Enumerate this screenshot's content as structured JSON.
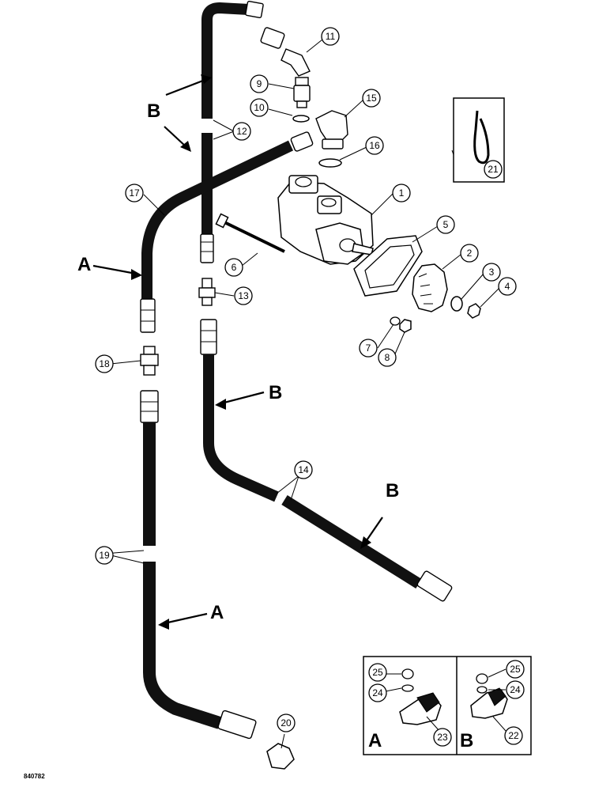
{
  "callouts": {
    "c1": "1",
    "c2": "2",
    "c3": "3",
    "c4": "4",
    "c5": "5",
    "c6": "6",
    "c7": "7",
    "c8": "8",
    "c9": "9",
    "c10": "10",
    "c11": "11",
    "c12": "12",
    "c13": "13",
    "c14": "14",
    "c15": "15",
    "c16": "16",
    "c17": "17",
    "c18": "18",
    "c19": "19",
    "c20": "20",
    "c21": "21",
    "c22": "22",
    "c23": "23",
    "c24a": "24",
    "c24b": "24",
    "c25a": "25",
    "c25b": "25"
  },
  "hose_labels": {
    "b_top": "B",
    "a_left": "A",
    "b_mid": "B",
    "b_right": "B",
    "a_bottom": "A"
  },
  "inset": {
    "label_a": "A",
    "label_b": "B"
  },
  "reference_number": "840782"
}
